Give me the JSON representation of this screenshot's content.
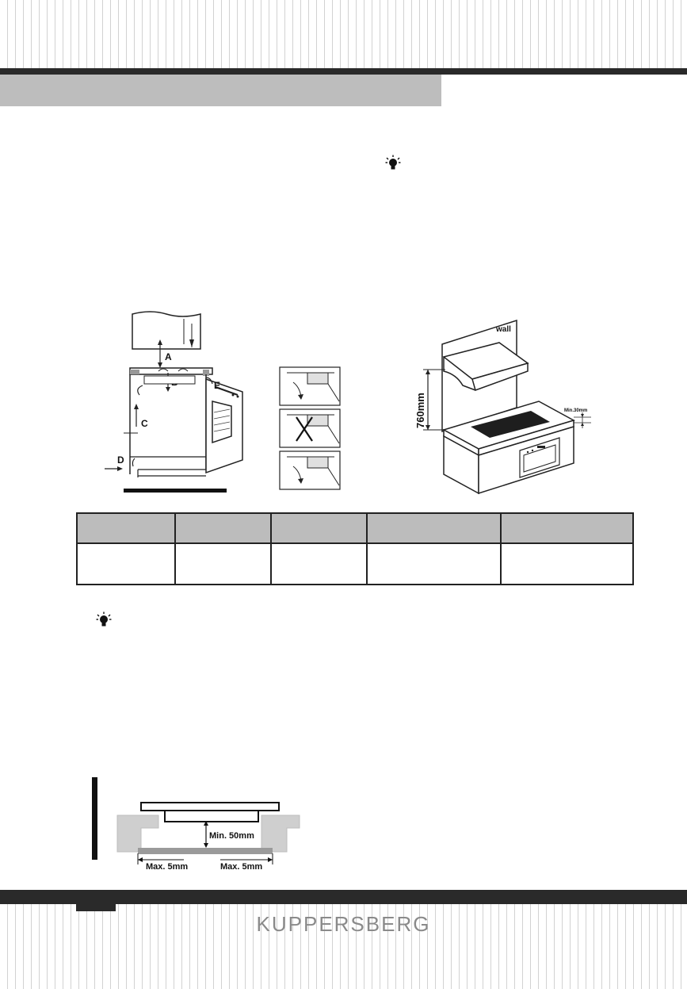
{
  "figure_labels": {
    "a": "A",
    "b": "B",
    "c": "C",
    "d": "D",
    "e": "E",
    "wall": "wall",
    "height": "760mm",
    "min_margin": "Min.30mm",
    "min_depth": "Min. 50mm",
    "max_left": "Max. 5mm",
    "max_right": "Max. 5mm"
  },
  "table": {
    "columns": 5,
    "rows": 2
  },
  "brand": "KUPPERSBERG",
  "colors": {
    "band": "#2a2a2a",
    "title_bar": "#bdbdbd",
    "table_header": "#bcbcbc",
    "stripe": "#d2d2d2",
    "logo": "#8a8a8a",
    "hob_surface": "#1e1e1e"
  },
  "icons": [
    "lightbulb-icon",
    "lightbulb-icon"
  ]
}
